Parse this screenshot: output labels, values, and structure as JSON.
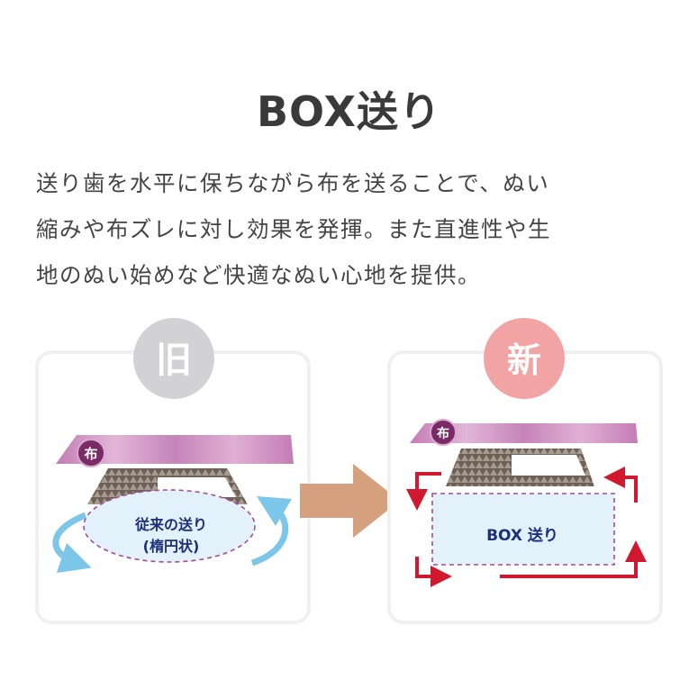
{
  "title": "BOX送り",
  "description": [
    "送り歯を水平に保ちながら布を送ることで、ぬい",
    "縮みや布ズレに対し効果を発揮。また直進性や生",
    "地のぬい始めなど快適なぬい心地を提供。"
  ],
  "old_panel": {
    "badge": "旧",
    "cloth_label": "布",
    "motion_label_line1": "従来の送り",
    "motion_label_line2": "(楕円状)"
  },
  "new_panel": {
    "badge": "新",
    "cloth_label": "布",
    "motion_label": "BOX 送り"
  },
  "colors": {
    "old_badge": "#d2d2d4",
    "new_badge": "#f2a3a3",
    "cloth": "#c77fb8",
    "arrow": "#d4a07e",
    "blue_arrow": "#7cc6ea",
    "red_arrow": "#d0182f",
    "label_text": "#1c2f7a"
  }
}
